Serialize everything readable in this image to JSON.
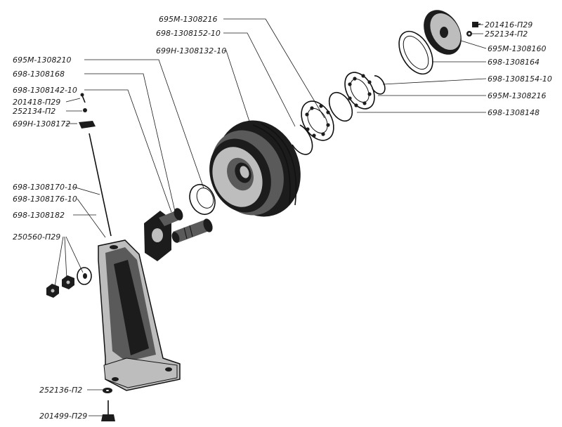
{
  "diagram": {
    "labels": {
      "l01": "695М-1308216",
      "l02": "698-1308152-10",
      "l03": "699Н-1308132-10",
      "l04": "201416-П29",
      "l05": "252134-П2",
      "l06": "695М-1308160",
      "l07": "698-1308164",
      "l08": "698-1308154-10",
      "l09": "695М-1308216",
      "l10": "698-1308148",
      "l11": "695М-1308210",
      "l12": "698-1308168",
      "l13": "698-1308142-10",
      "l14": "201418-П29",
      "l15": "252134-П2",
      "l16": "699Н-1308172",
      "l17": "698-1308170-10",
      "l18": "698-1308176-10",
      "l19": "698-1308182",
      "l20": "250560-П29",
      "l21": "252136-П2",
      "l22": "201499-П29"
    }
  }
}
